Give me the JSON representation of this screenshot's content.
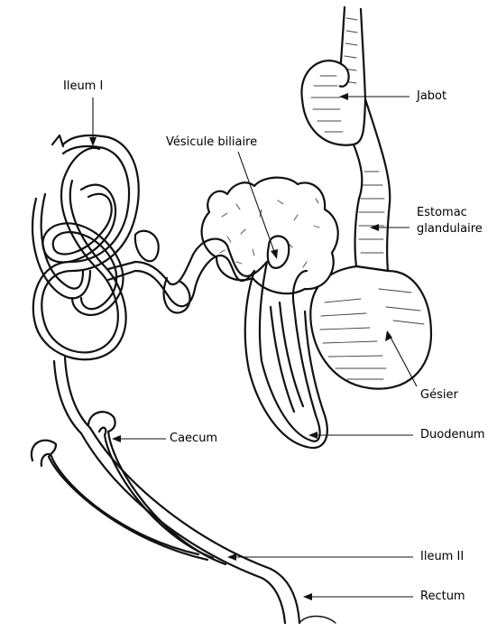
{
  "labels": {
    "ileum_1": "Ileum I",
    "vesicule": "Vésicule biliaire",
    "jabot": "Jabot",
    "estomac_line1": "Estomac",
    "estomac_line2": "glandulaire",
    "gesier": "Gésier",
    "caecum": "Caecum",
    "duodenum": "Duodenum",
    "ileum_2": "Ileum II",
    "rectum": "Rectum"
  },
  "colors": {
    "ink": "#111111",
    "background": "#ffffff"
  }
}
